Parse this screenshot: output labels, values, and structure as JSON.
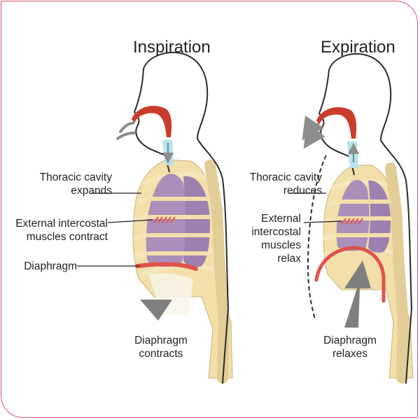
{
  "colors": {
    "border": "#e0556b",
    "outline": "#2b2b2b",
    "bone": "#f3dfa9",
    "lung": "#a98fb9",
    "airway": "#c83c2b",
    "trachea": "#b9e3ea",
    "muscle": "#e0524a",
    "arrow": "#8d8d8d"
  },
  "panels": [
    {
      "title": "Inspiration",
      "labels": {
        "thoracic": [
          "Thoracic cavity",
          "expands"
        ],
        "intercostal": [
          "External intercostal",
          "muscles contract"
        ],
        "diaphragm": [
          "Diaphragm"
        ],
        "action": [
          "Diaphragm",
          "contracts"
        ]
      }
    },
    {
      "title": "Expiration",
      "labels": {
        "thoracic": [
          "Thoracic cavity",
          "reduces"
        ],
        "intercostal": [
          "External",
          "intercostal",
          "muscles",
          "relax"
        ],
        "action": [
          "Diaphragm",
          "relaxes"
        ]
      }
    }
  ]
}
